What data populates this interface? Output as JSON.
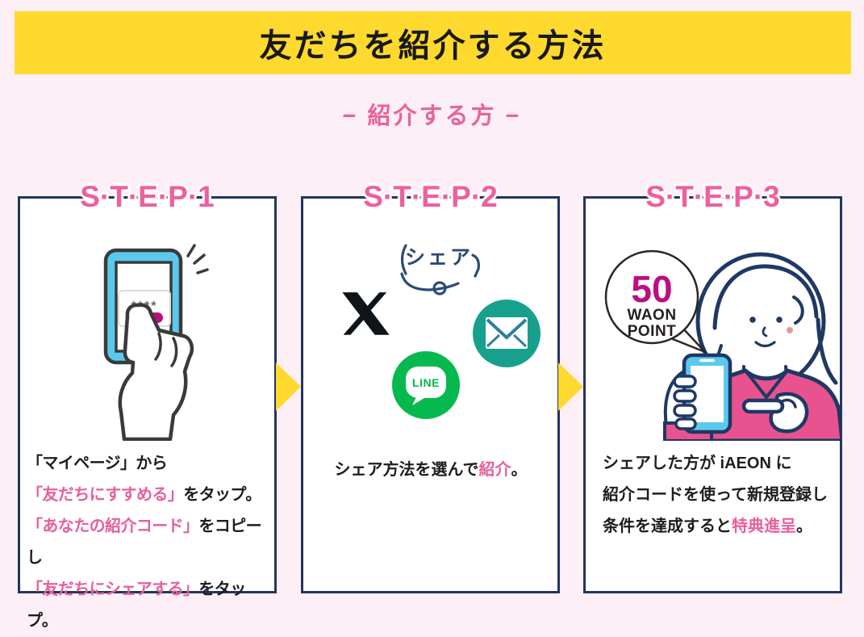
{
  "header": {
    "title": "友だちを紹介する方法"
  },
  "subtitle": "− 紹介する方 −",
  "colors": {
    "background": "#FDEFF6",
    "banner_yellow": "#FFD92E",
    "accent_pink": "#E8639C",
    "deep_magenta": "#BE0D7E",
    "card_border_navy": "#22365E",
    "text_black": "#1d1d1d",
    "phone_blue": "#5BC9EE",
    "line_green": "#06B94E",
    "mail_teal": "#17A18D",
    "x_black": "#0F1419",
    "illustration_navy": "#1F3864"
  },
  "steps": [
    {
      "label": "STEP1",
      "illustration": "phone-tap",
      "phone_screen_code": "****",
      "lines": [
        [
          {
            "t": "「マイページ」から",
            "c": "black"
          }
        ],
        [
          {
            "t": "「友だちにすすめる」",
            "c": "pink"
          },
          {
            "t": "をタップ。",
            "c": "black"
          }
        ],
        [
          {
            "t": "「あなたの紹介コード」",
            "c": "pink"
          },
          {
            "t": "をコピーし",
            "c": "black"
          }
        ],
        [
          {
            "t": "「友だちにシェアする」",
            "c": "pink"
          },
          {
            "t": "をタップ。",
            "c": "black"
          }
        ]
      ]
    },
    {
      "label": "STEP2",
      "illustration": "share-icons",
      "share_bubble_text": "シェア",
      "line_icon_text": "LINE",
      "lines": [
        [
          {
            "t": "シェア方法を選んで",
            "c": "black"
          },
          {
            "t": "紹介",
            "c": "pink"
          },
          {
            "t": "。",
            "c": "black"
          }
        ]
      ]
    },
    {
      "label": "STEP3",
      "illustration": "reward-woman",
      "reward_badge": {
        "amount": "50",
        "line1": "WAON",
        "line2": "POINT"
      },
      "lines": [
        [
          {
            "t": "シェアした方が iAEON に",
            "c": "black"
          }
        ],
        [
          {
            "t": "紹介コードを使って新規登録し",
            "c": "black"
          }
        ],
        [
          {
            "t": "条件を達成すると",
            "c": "black"
          },
          {
            "t": "特典進呈",
            "c": "pink"
          },
          {
            "t": "。",
            "c": "black"
          }
        ]
      ]
    }
  ]
}
